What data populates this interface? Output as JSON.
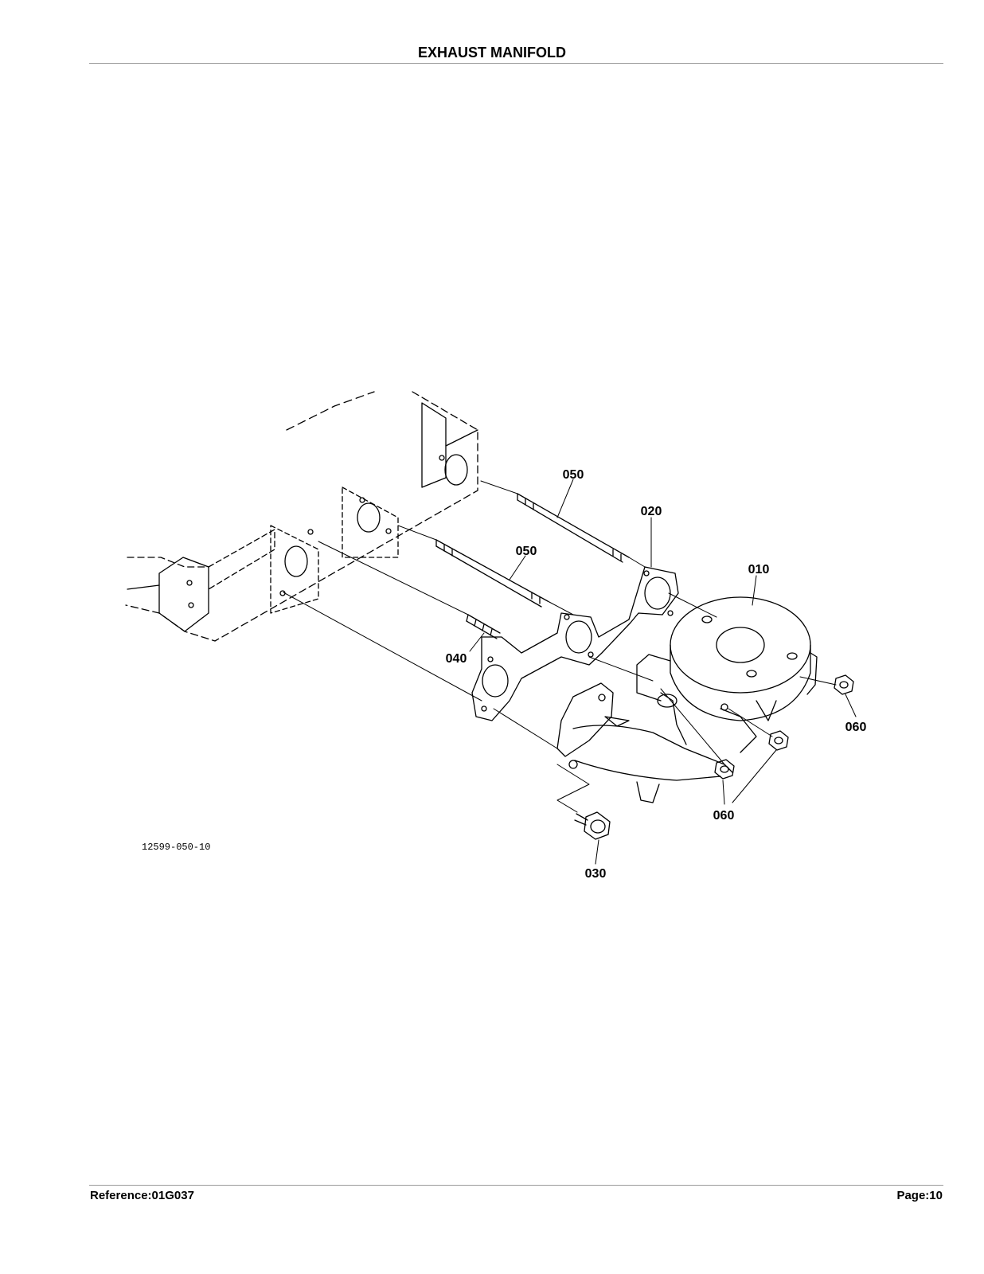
{
  "page": {
    "title": "EXHAUST MANIFOLD",
    "reference": "Reference:01G037",
    "page_number": "Page:10"
  },
  "diagram": {
    "figure_number": "12599-050-10",
    "callouts": [
      {
        "id": "c-010",
        "label": "010"
      },
      {
        "id": "c-020",
        "label": "020"
      },
      {
        "id": "c-030",
        "label": "030"
      },
      {
        "id": "c-040",
        "label": "040"
      },
      {
        "id": "c-050a",
        "label": "050"
      },
      {
        "id": "c-050b",
        "label": "050"
      },
      {
        "id": "c-060a",
        "label": "060"
      },
      {
        "id": "c-060b",
        "label": "060"
      }
    ]
  }
}
